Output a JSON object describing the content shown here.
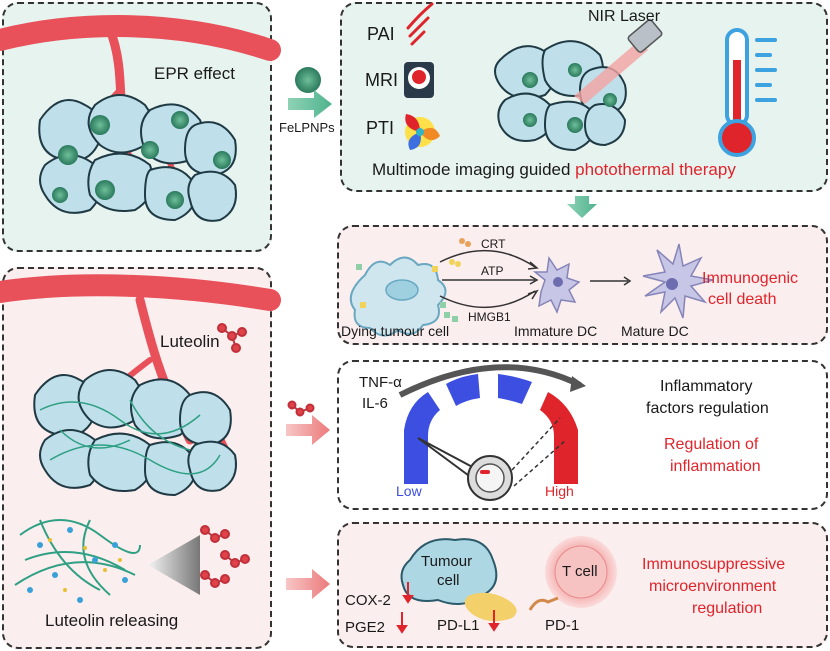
{
  "panel_epr": {
    "label": "EPR effect"
  },
  "nanoparticle": {
    "label": "FeLPNPs"
  },
  "imaging": {
    "modes": [
      "PAI",
      "MRI",
      "PTI"
    ],
    "laser_label": "NIR Laser",
    "caption_prefix": "Multimode imaging guided ",
    "caption_highlight": "photothermal therapy"
  },
  "icd": {
    "signals": [
      "CRT",
      "ATP",
      "HMGB1"
    ],
    "cell_labels": [
      "Dying tumour cell",
      "Immature DC",
      "Mature DC"
    ],
    "outcome": [
      "Immunogenic",
      "cell death"
    ]
  },
  "inflammation": {
    "cytokines": [
      "TNF-α",
      "IL-6"
    ],
    "gauge_low": "Low",
    "gauge_high": "High",
    "title": [
      "Inflammatory",
      "factors regulation"
    ],
    "outcome": [
      "Regulation of",
      "inflammation"
    ]
  },
  "immunosuppression": {
    "markers": [
      "COX-2",
      "PGE2"
    ],
    "tumour_label": [
      "Tumour",
      "cell"
    ],
    "pdl1": "PD-L1",
    "tcell": "T cell",
    "pd1": "PD-1",
    "outcome": [
      "Immunosuppressive",
      "microenvironment",
      "regulation"
    ]
  },
  "panel_luteolin": {
    "label": "Luteolin",
    "release_label": "Luteolin releasing"
  },
  "colors": {
    "panel_bg": "#e6f3ef",
    "pink_bg": "#fbeeee",
    "vessel": "#e8505a",
    "cell": "#bfe0ea",
    "nanoparticle": "#2f8a6a",
    "accent_red": "#e0242b",
    "gauge_blue": "#3d4fe0"
  }
}
